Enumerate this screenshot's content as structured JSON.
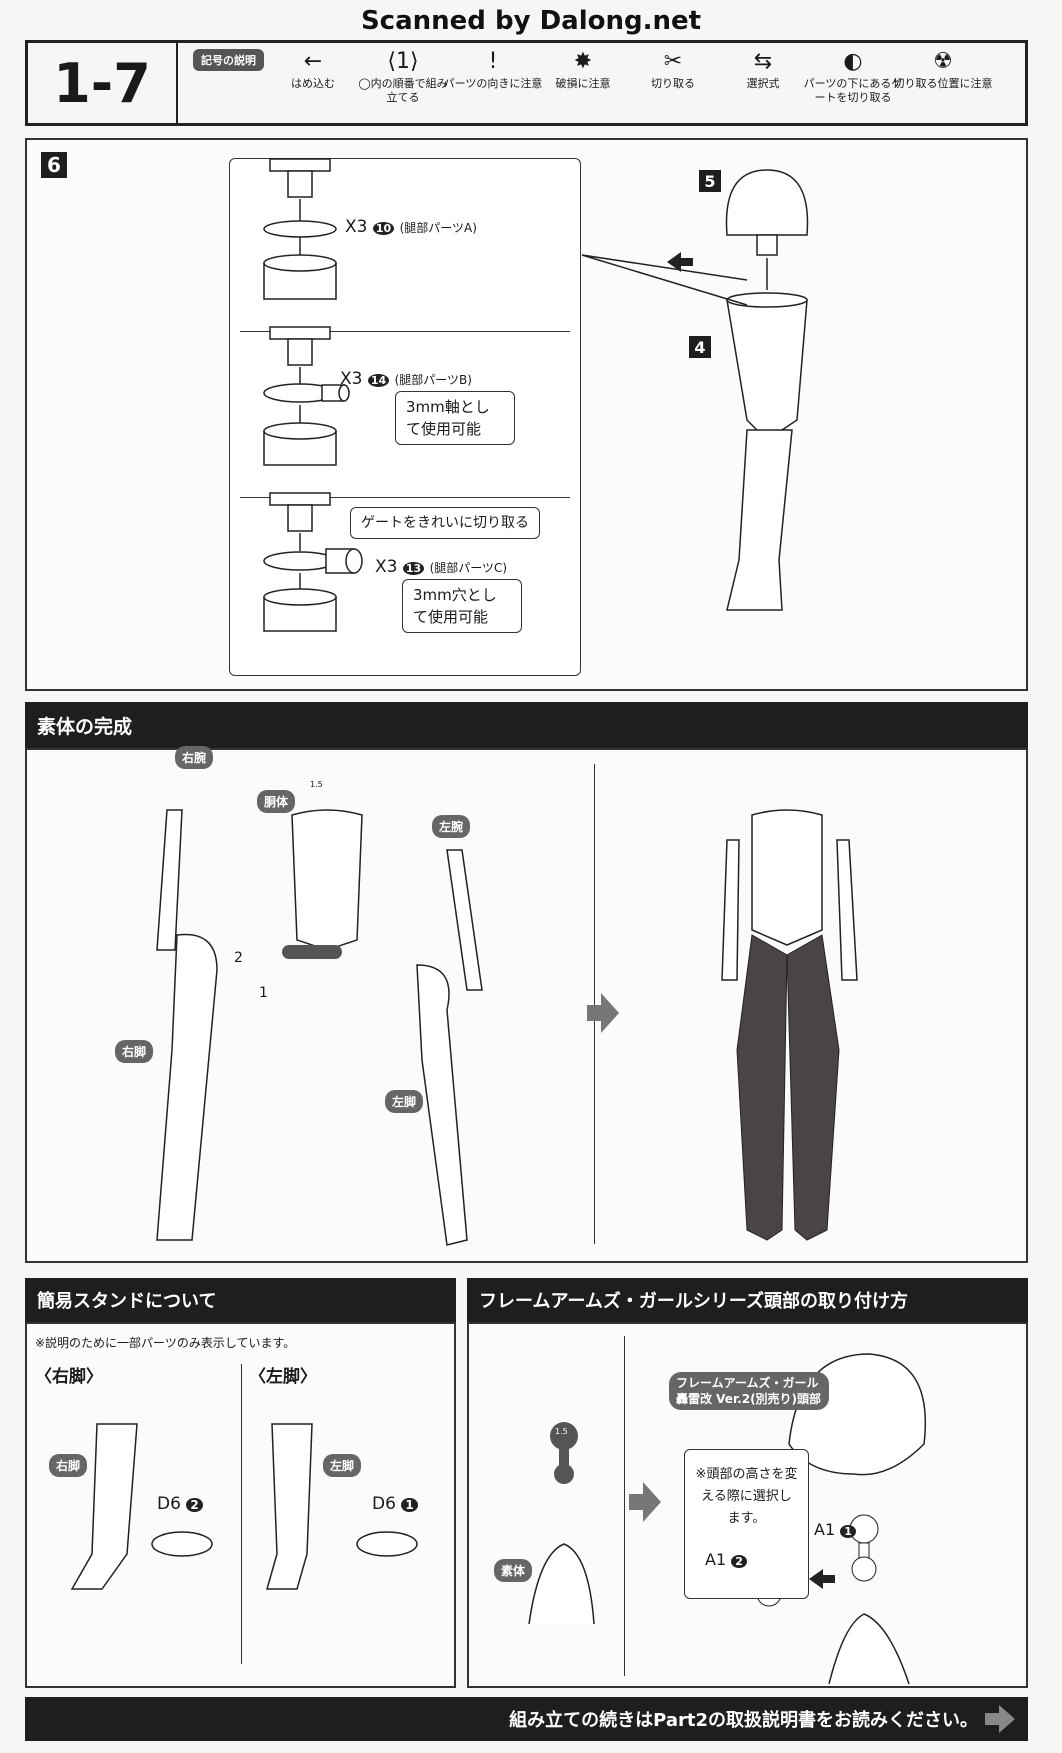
{
  "watermark": "Scanned by Dalong.net",
  "header": {
    "step": "1-7",
    "legend_title": "記号の説明",
    "symbols": [
      {
        "icon": "arrow-left-icon",
        "glyph": "←",
        "label": "はめ込む"
      },
      {
        "icon": "hexagon-number-icon",
        "glyph": "⟨1⟩",
        "label": "◯内の順番で組み立てる"
      },
      {
        "icon": "exclamation-icon",
        "glyph": "!",
        "label": "パーツの向きに注意"
      },
      {
        "icon": "break-warning-icon",
        "glyph": "✸",
        "label": "破損に注意"
      },
      {
        "icon": "cut-icon",
        "glyph": "✂",
        "label": "切り取る"
      },
      {
        "icon": "choice-arrows-icon",
        "glyph": "⇆",
        "label": "選択式"
      },
      {
        "icon": "gate-cut-icon",
        "glyph": "◐",
        "label": "パーツの下にあるゲートを切り取る"
      },
      {
        "icon": "cut-position-icon",
        "glyph": "☢",
        "label": "切り取る位置に注意"
      }
    ]
  },
  "step6": {
    "number": "6",
    "sub_numbers": [
      "5",
      "4"
    ],
    "options": [
      {
        "qty": "X3",
        "part": "10",
        "name": "(腿部パーツA)"
      },
      {
        "qty": "X3",
        "part": "14",
        "name": "(腿部パーツB)",
        "note": "3mm軸として使用可能"
      },
      {
        "qty": "X3",
        "part": "13",
        "name": "(腿部パーツC)",
        "note": "3mm穴として使用可能",
        "gate_note": "ゲートをきれいに切り取る"
      }
    ]
  },
  "complete": {
    "title": "素体の完成",
    "labels": {
      "right_arm": "右腕",
      "torso": "胴体",
      "left_arm": "左腕",
      "right_leg": "右脚",
      "left_leg": "左脚"
    },
    "order": [
      "1",
      "2"
    ],
    "joint": "1.5"
  },
  "stand": {
    "title": "簡易スタンドについて",
    "note": "※説明のために一部パーツのみ表示しています。",
    "right": {
      "heading": "〈右脚〉",
      "label": "右脚",
      "part": "D6",
      "num": "2"
    },
    "left": {
      "heading": "〈左脚〉",
      "label": "左脚",
      "part": "D6",
      "num": "1"
    }
  },
  "head": {
    "title": "フレームアームズ・ガールシリーズ頭部の取り付け方",
    "body_label": "素体",
    "joint": "1.5",
    "head_label": "フレームアームズ・ガール 轟雷改 Ver.2(別売り)頭部",
    "note": "※頭部の高さを変える際に選択します。",
    "a1_1": "A1",
    "a1_1_num": "1",
    "a1_2": "A1",
    "a1_2_num": "2"
  },
  "footer": "組み立ての続きはPart2の取扱説明書をお読みください。"
}
